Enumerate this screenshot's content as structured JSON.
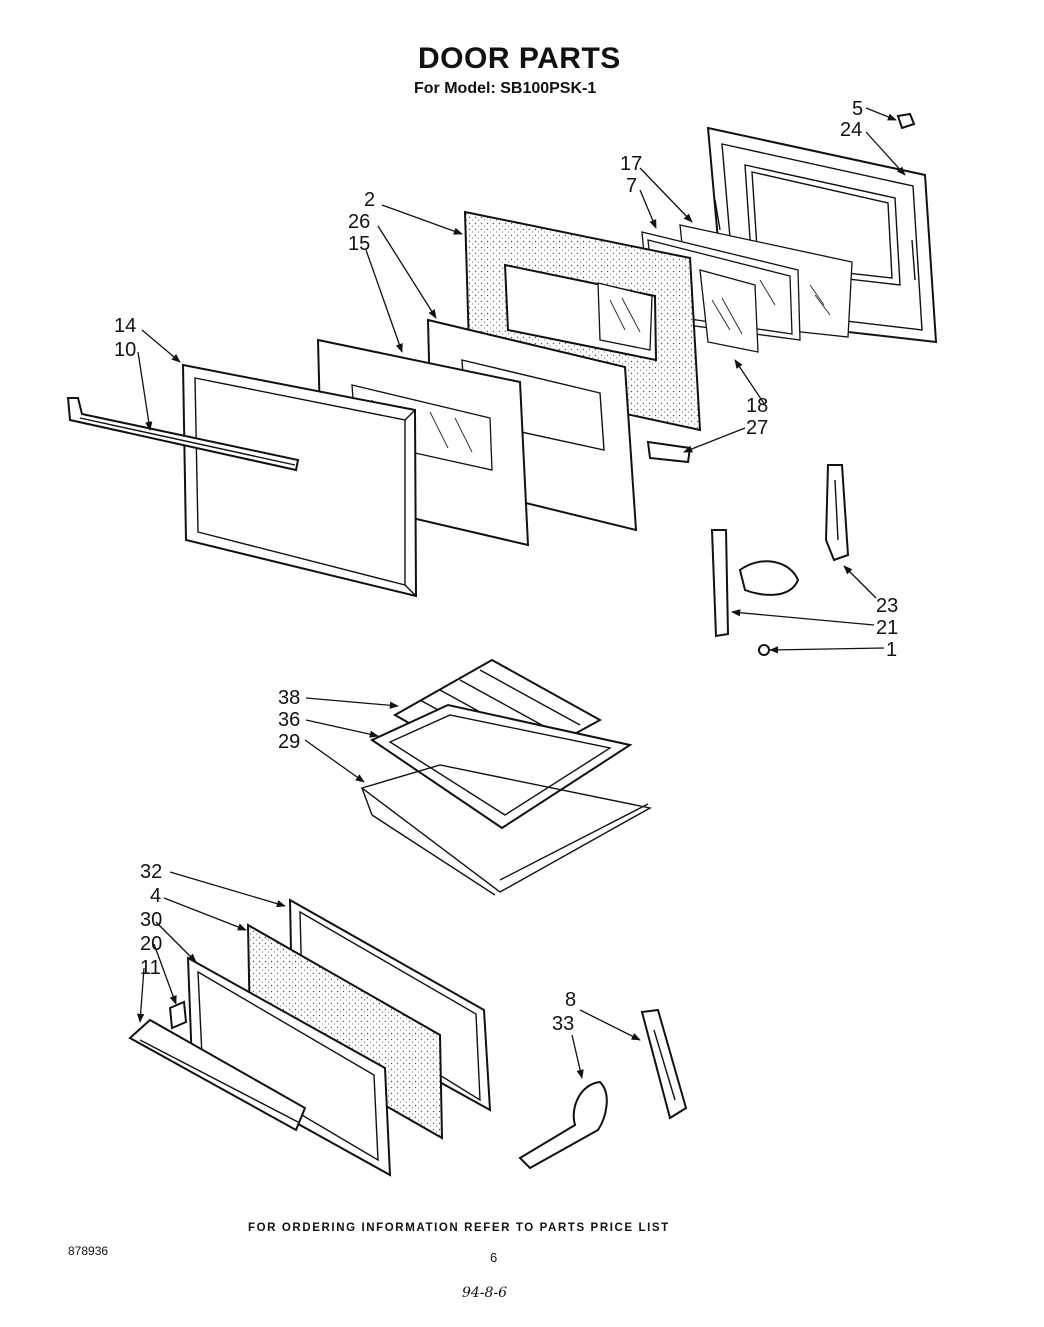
{
  "header": {
    "title": "DOOR PARTS",
    "model_line": "For Model: SB100PSK-1"
  },
  "callouts": [
    {
      "id": "c5",
      "label": "5"
    },
    {
      "id": "c24",
      "label": "24"
    },
    {
      "id": "c17",
      "label": "17"
    },
    {
      "id": "c7",
      "label": "7"
    },
    {
      "id": "c2",
      "label": "2"
    },
    {
      "id": "c26",
      "label": "26"
    },
    {
      "id": "c15",
      "label": "15"
    },
    {
      "id": "c14",
      "label": "14"
    },
    {
      "id": "c10",
      "label": "10"
    },
    {
      "id": "c18",
      "label": "18"
    },
    {
      "id": "c27",
      "label": "27"
    },
    {
      "id": "c23",
      "label": "23"
    },
    {
      "id": "c21",
      "label": "21"
    },
    {
      "id": "c1",
      "label": "1"
    },
    {
      "id": "c38",
      "label": "38"
    },
    {
      "id": "c36",
      "label": "36"
    },
    {
      "id": "c29",
      "label": "29"
    },
    {
      "id": "c32",
      "label": "32"
    },
    {
      "id": "c4",
      "label": "4"
    },
    {
      "id": "c30",
      "label": "30"
    },
    {
      "id": "c20",
      "label": "20"
    },
    {
      "id": "c11",
      "label": "11"
    },
    {
      "id": "c8",
      "label": "8"
    },
    {
      "id": "c33",
      "label": "33"
    }
  ],
  "footer": {
    "ordering_note": "FOR ORDERING INFORMATION REFER TO PARTS PRICE LIST",
    "doc_number": "878936",
    "page_number": "6",
    "handwritten_note": "94-8-6"
  }
}
